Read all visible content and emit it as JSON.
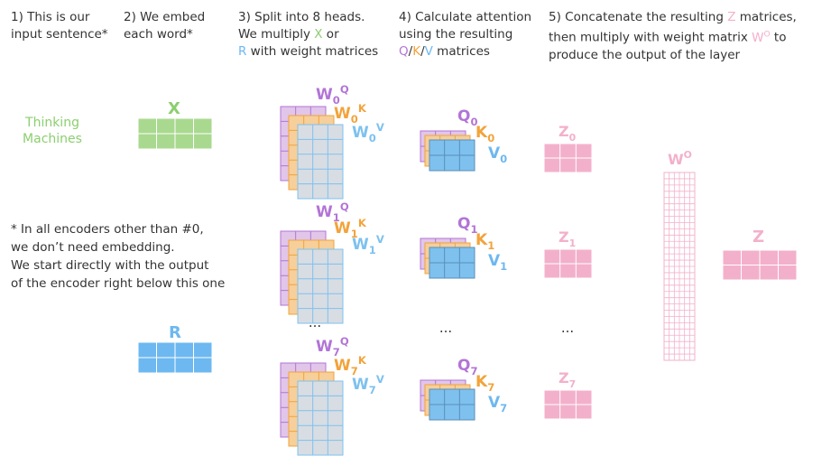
{
  "colors": {
    "x_matrix": "#a9d98f",
    "r_matrix": "#6db8f0",
    "q": "#b274d6",
    "k": "#f2a33a",
    "v": "#7ec1ef",
    "z": "#f3b0cb",
    "wo_grid": "#f3b0cb",
    "weight_back": "#e1c6ea",
    "weight_mid": "#f6cf9a",
    "weight_front": "#d8dde3",
    "cell_line": "#ffffff",
    "text": "#333333",
    "input_text": "#8bcf6f"
  },
  "steps": [
    {
      "lines": [
        "1) This is our",
        "input sentence*"
      ]
    },
    {
      "lines": [
        "2) We embed",
        "each word*"
      ]
    },
    {
      "lines": [
        "3) Split into 8 heads.",
        "We multiply {X} or",
        "{R} with weight matrices"
      ]
    },
    {
      "lines": [
        "4) Calculate attention",
        "using the resulting",
        "{Q}/{K}/{V} matrices"
      ]
    },
    {
      "lines": [
        "5) Concatenate the resulting {Z} matrices,",
        "then multiply with weight matrix {WO} to",
        "produce the output of the layer"
      ]
    }
  ],
  "step_tokens": {
    "X": {
      "text": "X",
      "color": "#8bcf6f"
    },
    "R": {
      "text": "R",
      "color": "#6db8f0"
    },
    "Q": {
      "text": "Q",
      "color": "#b274d6"
    },
    "K": {
      "text": "K",
      "color": "#f2a33a"
    },
    "V": {
      "text": "V",
      "color": "#6db8f0"
    },
    "Z": {
      "text": "Z",
      "color": "#f3b0cb"
    },
    "WO": {
      "text": "W",
      "sup": "O",
      "color": "#f3b0cb"
    }
  },
  "input_words": [
    "Thinking",
    "Machines"
  ],
  "note_lines": [
    "* In all encoders other than #0,",
    "we don’t need embedding.",
    "We start directly with the output",
    "of the encoder right below this one"
  ],
  "embed_labels": {
    "x": "X",
    "r": "R"
  },
  "heads": [
    {
      "sub": "0",
      "wq": "W",
      "wk": "W",
      "wv": "W",
      "q": "Q",
      "k": "K",
      "v": "V",
      "z": "Z"
    },
    {
      "sub": "1",
      "wq": "W",
      "wk": "W",
      "wv": "W",
      "q": "Q",
      "k": "K",
      "v": "V",
      "z": "Z"
    },
    {
      "sub": "7",
      "wq": "W",
      "wk": "W",
      "wv": "W",
      "q": "Q",
      "k": "K",
      "v": "V",
      "z": "Z"
    }
  ],
  "head_superscripts": {
    "q": "Q",
    "k": "K",
    "v": "V"
  },
  "ellipsis": "...",
  "wo_label": {
    "base": "W",
    "sup": "O"
  },
  "z_output_label": "Z"
}
